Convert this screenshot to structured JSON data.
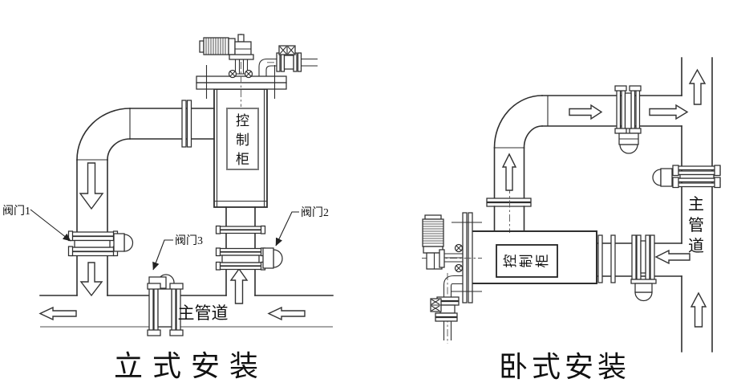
{
  "left_diagram": {
    "caption": "立式安装",
    "control_cabinet_label": "控制柜",
    "control_cabinet_chars": [
      "控",
      "制",
      "柜"
    ],
    "main_pipeline_label": "主管道",
    "valve1_label": "阀门1",
    "valve2_label": "阀门2",
    "valve3_label": "阀门3"
  },
  "right_diagram": {
    "caption": "卧式安装",
    "control_cabinet_label": "控制柜",
    "control_cabinet_chars": [
      "控",
      "制",
      "柜"
    ],
    "main_pipeline_label": "主管道",
    "main_pipeline_chars": [
      "主",
      "管",
      "道"
    ]
  },
  "colors": {
    "line": "#2f2f2f",
    "gray_line": "#8a8a8a",
    "cabinet_box_border": "#7a7a7a",
    "text": "#111111",
    "background": "#ffffff"
  }
}
